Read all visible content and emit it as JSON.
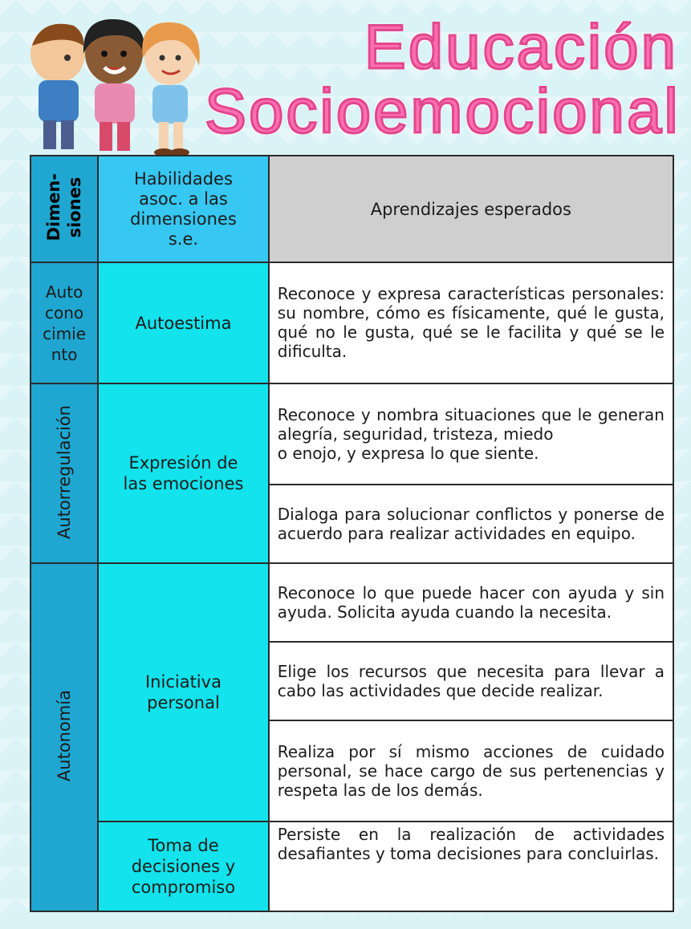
{
  "title": {
    "line1": "Educación",
    "line2": "Socioemocional"
  },
  "colors": {
    "title_pink": "#ff6fb0",
    "dim_blue": "#1fa7d1",
    "habilidad_cyan": "#12e3ec",
    "header_gray": "#cfcfcf"
  },
  "illustration": "three-children-illustration",
  "table": {
    "headers": {
      "dimensiones": "Dimen-\nsiones",
      "habilidades": "Habilidades\nasoc. a las\ndimensiones\ns.e.",
      "aprendizajes": "Aprendizajes esperados"
    },
    "rows": {
      "autoconocimiento": {
        "dimension": "Auto\ncono\ncimie\nnto",
        "habilidad": "Autoestima",
        "aprendizajes": [
          "Reconoce y expresa características personales: su nombre, cómo es físicamente, qué le gusta, qué no le gusta, qué se le facilita y qué se le dificulta."
        ]
      },
      "autorregulacion": {
        "dimension": "Autorregulación",
        "habilidad": "Expresión de\nlas emociones",
        "aprendizajes": [
          "Reconoce y nombra situaciones que le generan alegría, seguridad, tristeza, miedo\no enojo, y expresa lo que siente.",
          "Dialoga para solucionar conflictos y ponerse de acuerdo para realizar actividades en equipo."
        ]
      },
      "autonomia": {
        "dimension": "Autonomía",
        "habilidad_1": "Iniciativa\npersonal",
        "aprendizajes_1": [
          "Reconoce lo que puede hacer con ayuda y sin ayuda. Solicita ayuda cuando la necesita.",
          "Elige los recursos que necesita para llevar a cabo las actividades que decide realizar.",
          "Realiza por sí mismo acciones de cuidado personal, se hace cargo de sus pertenencias y respeta las de los demás."
        ],
        "habilidad_2": "Toma de\ndecisiones y\ncompromiso",
        "aprendizajes_2": [
          "Persiste en la realización de actividades desafiantes y toma decisiones para concluirlas."
        ]
      }
    }
  }
}
